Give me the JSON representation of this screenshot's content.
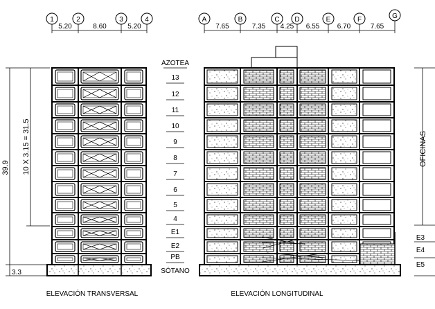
{
  "transversal": {
    "grid_labels": [
      "1",
      "2",
      "3",
      "4"
    ],
    "dims": [
      "5.20",
      "8.60",
      "5.20"
    ],
    "total_height": "39.9",
    "floors_formula": "10 X 3.15 = 31.5",
    "base_height": "3.3",
    "title": "ELEVACIÓN TRANSVERSAL"
  },
  "longitudinal": {
    "grid_labels": [
      "A",
      "B",
      "C",
      "D",
      "E",
      "F",
      "G"
    ],
    "dims": [
      "7.65",
      "7.35",
      "4.25",
      "6.55",
      "6.70",
      "7.65"
    ],
    "side_label": "OFICINAS",
    "stair_labels": [
      "E3",
      "E4",
      "E5"
    ],
    "title": "ELEVACIÓN LONGITUDINAL"
  },
  "levels": [
    "AZOTEA",
    "13",
    "12",
    "11",
    "10",
    "9",
    "8",
    "7",
    "6",
    "5",
    "4",
    "E1",
    "E2",
    "PB",
    "SÓTANO"
  ]
}
